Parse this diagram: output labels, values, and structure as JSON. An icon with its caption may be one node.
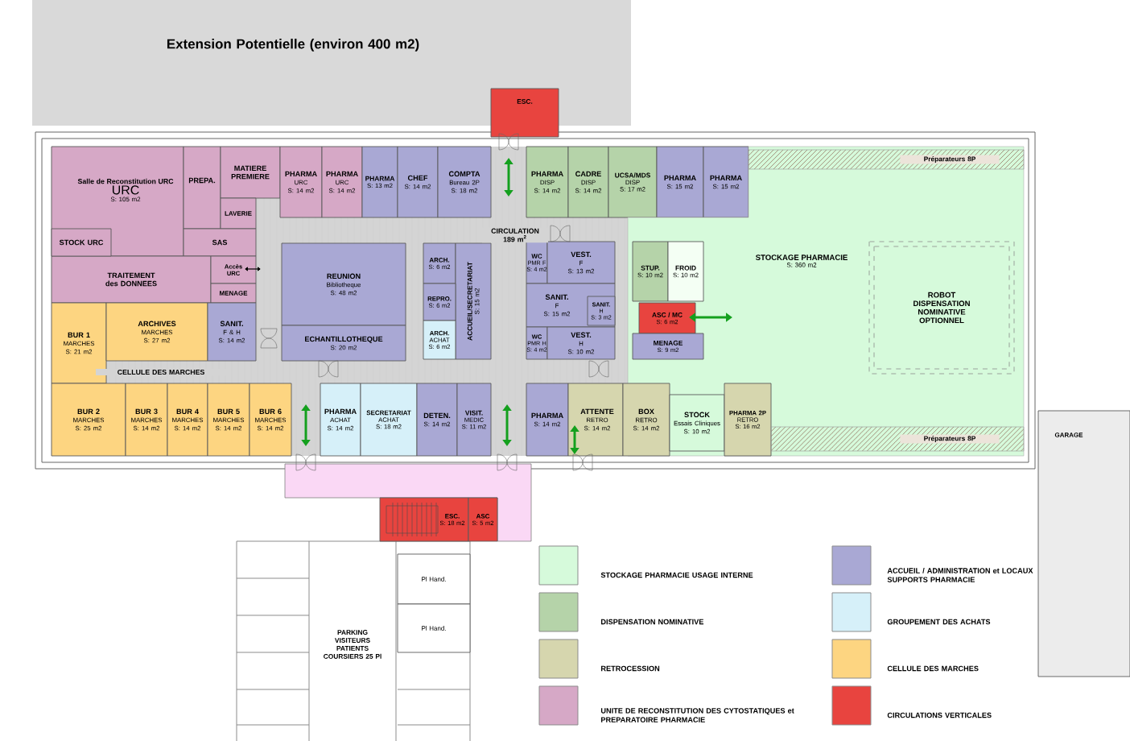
{
  "diagram": {
    "nodes": [
      {
        "text": [
          "Extension Potentielle (environ 400 m2)"
        ]
      },
      {
        "text": [
          "ESC."
        ]
      },
      {
        "text": [
          "Salle de Reconstitution URC",
          "URC",
          "S: 105 m2"
        ]
      },
      {
        "text": [
          "STOCK URC"
        ],
        "in": 2
      },
      {
        "text": [
          "PREPA."
        ]
      },
      {
        "text": [
          "MATIERE PREMIERE"
        ]
      },
      {
        "text": [
          "LAVERIE"
        ]
      },
      {
        "text": [
          "SAS"
        ]
      },
      {
        "text": [
          "PHARMA",
          "URC",
          "S: 14 m2"
        ]
      },
      {
        "text": [
          "PHARMA",
          "URC",
          "S: 14 m2"
        ]
      },
      {
        "text": [
          "PHARMA",
          "S: 13 m2"
        ]
      },
      {
        "text": [
          "CHEF",
          "S: 14 m2"
        ]
      },
      {
        "text": [
          "COMPTA",
          "Bureau 2P",
          "S: 18 m2"
        ]
      },
      {
        "text": [
          "PHARMA",
          "DISP",
          "S: 14 m2"
        ]
      },
      {
        "text": [
          "CADRE",
          "DISP",
          "S: 14 m2"
        ]
      },
      {
        "text": [
          "UCSA/MDS",
          "DISP",
          "S: 17 m2"
        ]
      },
      {
        "text": [
          "PHARMA",
          "S: 15 m2"
        ]
      },
      {
        "text": [
          "PHARMA",
          "S: 15 m2"
        ]
      },
      {
        "text": [
          "Préparateurs 8P"
        ],
        "in": 27
      },
      {
        "text": [
          "TRAITEMENT des DONNEES"
        ]
      },
      {
        "text": [
          "Accès URC"
        ]
      },
      {
        "text": [
          "MENAGE"
        ]
      },
      {
        "text": [
          "REUNION",
          "Bibliotheque",
          "S: 48 m2"
        ]
      },
      {
        "text": [
          "ARCH.",
          "S: 6 m2"
        ]
      },
      {
        "text": [
          "ACCUEIL/SECRETARIAT",
          "S: 15 m2"
        ]
      },
      {
        "text": [
          "WC",
          "PMR F",
          "S: 4 m2"
        ]
      },
      {
        "text": [
          "VEST.",
          "F",
          "S: 13 m2"
        ]
      },
      {
        "text": [
          "STOCKAGE PHARMACIE",
          "S: 360 m2"
        ]
      },
      {
        "text": [
          "STUP.",
          "S: 10 m2"
        ],
        "in": 27
      },
      {
        "text": [
          "FROID",
          "S: 10 m2"
        ],
        "in": 27
      },
      {
        "text": [
          "ROBOT DISPENSATION NOMINATIVE OPTIONNEL"
        ],
        "in": 27
      },
      {
        "text": [
          "REPRO.",
          "S: 6 m2"
        ]
      },
      {
        "text": [
          "SANIT.",
          "F",
          "S: 15 m2"
        ]
      },
      {
        "text": [
          "SANIT.",
          "H",
          "S: 3 m2"
        ],
        "in": 32
      },
      {
        "text": [
          "ASC / MC",
          "S: 6 m2"
        ],
        "in": 27
      },
      {
        "text": [
          "BUR 1",
          "MARCHES",
          "S: 21 m2"
        ]
      },
      {
        "text": [
          "ARCHIVES",
          "MARCHES",
          "S: 27 m2"
        ]
      },
      {
        "text": [
          "SANIT.",
          "F & H",
          "S: 14 m2"
        ]
      },
      {
        "text": [
          "ECHANTILLOTHEQUE",
          "S: 20 m2"
        ]
      },
      {
        "text": [
          "ARCH.",
          "ACHAT",
          "S: 6 m2"
        ]
      },
      {
        "text": [
          "WC",
          "PMR H",
          "S: 4 m2"
        ]
      },
      {
        "text": [
          "VEST.",
          "H",
          "S: 10 m2"
        ]
      },
      {
        "text": [
          "MENAGE",
          "S: 9 m2"
        ],
        "in": 27
      },
      {
        "text": [
          "BUR 2",
          "MARCHES",
          "S: 25 m2"
        ]
      },
      {
        "text": [
          "BUR 3",
          "MARCHES",
          "S: 14 m2"
        ]
      },
      {
        "text": [
          "BUR 4",
          "MARCHES",
          "S: 14 m2"
        ]
      },
      {
        "text": [
          "BUR 5",
          "MARCHES",
          "S: 14 m2"
        ]
      },
      {
        "text": [
          "BUR 6",
          "MARCHES",
          "S: 14 m2"
        ]
      },
      {
        "text": [
          "PHARMA",
          "ACHAT",
          "S: 14 m2"
        ]
      },
      {
        "text": [
          "SECRETARIAT",
          "ACHAT",
          "S: 18 m2"
        ]
      },
      {
        "text": [
          "DETEN.",
          "S: 14 m2"
        ]
      },
      {
        "text": [
          "VISIT.",
          "MEDIC",
          "S: 11 m2"
        ]
      },
      {
        "text": [
          "PHARMA",
          "S: 14 m2"
        ]
      },
      {
        "text": [
          "ATTENTE",
          "RETRO",
          "S: 14 m2"
        ]
      },
      {
        "text": [
          "BOX",
          "RETRO",
          "S: 14 m2"
        ]
      },
      {
        "text": [
          "STOCK",
          "Essais Cliniques",
          "S: 10 m2"
        ],
        "in": 27
      },
      {
        "text": [
          "PHARMA 2P",
          "RETRO",
          "S: 16 m2"
        ],
        "in": 27
      },
      {
        "text": [
          "Préparateurs 8P"
        ],
        "in": 27
      },
      {
        "text": [
          "ESC.",
          "S: 18 m2"
        ]
      },
      {
        "text": [
          "ASC",
          "S: 5 m2"
        ]
      },
      {
        "text": [
          "Pl Hand."
        ]
      },
      {
        "text": [
          "Pl Hand."
        ]
      },
      {
        "text": [
          "GARAGE"
        ]
      }
    ],
    "labels": [
      "CIRCULATION 189 m$^{2}$",
      "CELLULE DES MARCHES",
      "PARKING VISITEURS PATIENTS COURSIERS 25 Pl"
    ],
    "legend": [
      {
        "text": "STOCKAGE PHARMACIE USAGE INTERNE",
        "color": "#d6fadb"
      },
      {
        "text": "ACCUEIL / ADMINISTRATION et LOCAUX SUPPORTS PHARMACIE",
        "color": "#a9a8d4"
      },
      {
        "text": "DISPENSATION NOMINATIVE",
        "color": "#b5d3a9"
      },
      {
        "text": "GROUPEMENT DES ACHATS",
        "color": "#d6f0f9"
      },
      {
        "text": "RETROCESSION",
        "color": "#d6d6ae"
      },
      {
        "text": "CELLULE DES MARCHES",
        "color": "#fdd581"
      },
      {
        "text": "UNITE DE RECONSTITUTION DES CYTOSTATIQUES et PREPARATOIRE PHARMACIE",
        "color": "#d6a8c6"
      },
      {
        "text": "CIRCULATIONS VERTICALES",
        "color": "#e8443f"
      }
    ]
  }
}
